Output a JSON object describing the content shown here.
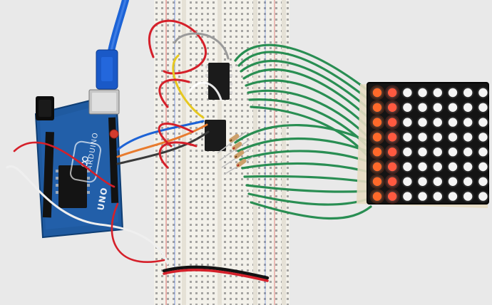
{
  "scene": {
    "background": "#e9e9e9",
    "components": [
      "arduino-uno-board",
      "usb-cable",
      "solderless-breadboard",
      "shift-register-ic",
      "resistor-array",
      "led-dot-matrix-8x8",
      "jumper-wires"
    ]
  },
  "arduino": {
    "board_color": "#1f5aa0",
    "brand_text": "ARDUINO",
    "model_text": "UNO",
    "logo_text": "∞"
  },
  "cable": {
    "color": "#1d63d6"
  },
  "breadboard": {
    "color": "#f3f1ea",
    "ic_color": "#1b1b1b"
  },
  "matrix": {
    "rows": 8,
    "cols": 8,
    "lit_columns": [
      0,
      1
    ],
    "lit_color_col0": "#ff6a2a",
    "lit_color_col1": "#ff5a40",
    "off_color": "#f4f4f4",
    "body_color": "#141414"
  },
  "wires": {
    "green": "#1f8a4b",
    "red": "#d5202a",
    "orange": "#e87b2e",
    "yellow": "#e6c820",
    "gray": "#9a9a9a",
    "black": "#121212"
  }
}
